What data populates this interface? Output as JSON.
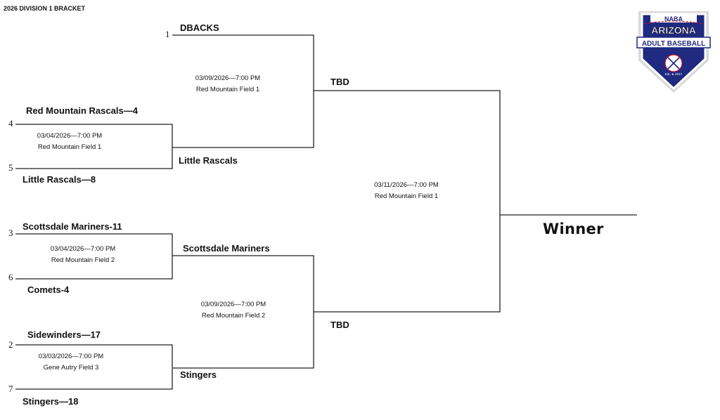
{
  "header": {
    "title": "2026 DIVISION 1 BRACKET"
  },
  "logo": {
    "top": "NABA",
    "line1": "ARIZONA",
    "line2": "ADULT BASEBALL",
    "est": "Est. ★ 2017"
  },
  "first_round": [
    {
      "top_seed": "4",
      "top_team": "Red Mountain Rascals—4",
      "bottom_seed": "5",
      "bottom_team": "Little Rascals—8",
      "date": "03/04/2026—7:00 PM",
      "field": "Red Mountain Field 1",
      "winner": "Little Rascals"
    },
    {
      "top_seed": "3",
      "top_team": "Scottsdale Mariners-11",
      "bottom_seed": "6",
      "bottom_team": "Comets-4",
      "date": "03/04/2026—7:00 PM",
      "field": "Red Mountain Field 2",
      "winner": "Scottsdale Mariners"
    },
    {
      "top_seed": "2",
      "top_team": "Sidewinders—17",
      "bottom_seed": "7",
      "bottom_team": "Stingers—18",
      "date": "03/03/2026—7:00 PM",
      "field": "Gene Autry Field 3",
      "winner": "Stingers"
    }
  ],
  "bye": {
    "seed": "1",
    "team": "DBACKS"
  },
  "semifinals": [
    {
      "date": "03/09/2026—7:00 PM",
      "field": "Red Mountain Field 1",
      "winner": "TBD"
    },
    {
      "date": "03/09/2026—7:00 PM",
      "field": "Red Mountain Field 2",
      "winner": "TBD"
    }
  ],
  "final": {
    "date": "03/11/2026—7:00 PM",
    "field": "Red Mountain Field 1",
    "winner_label": "Winner"
  }
}
